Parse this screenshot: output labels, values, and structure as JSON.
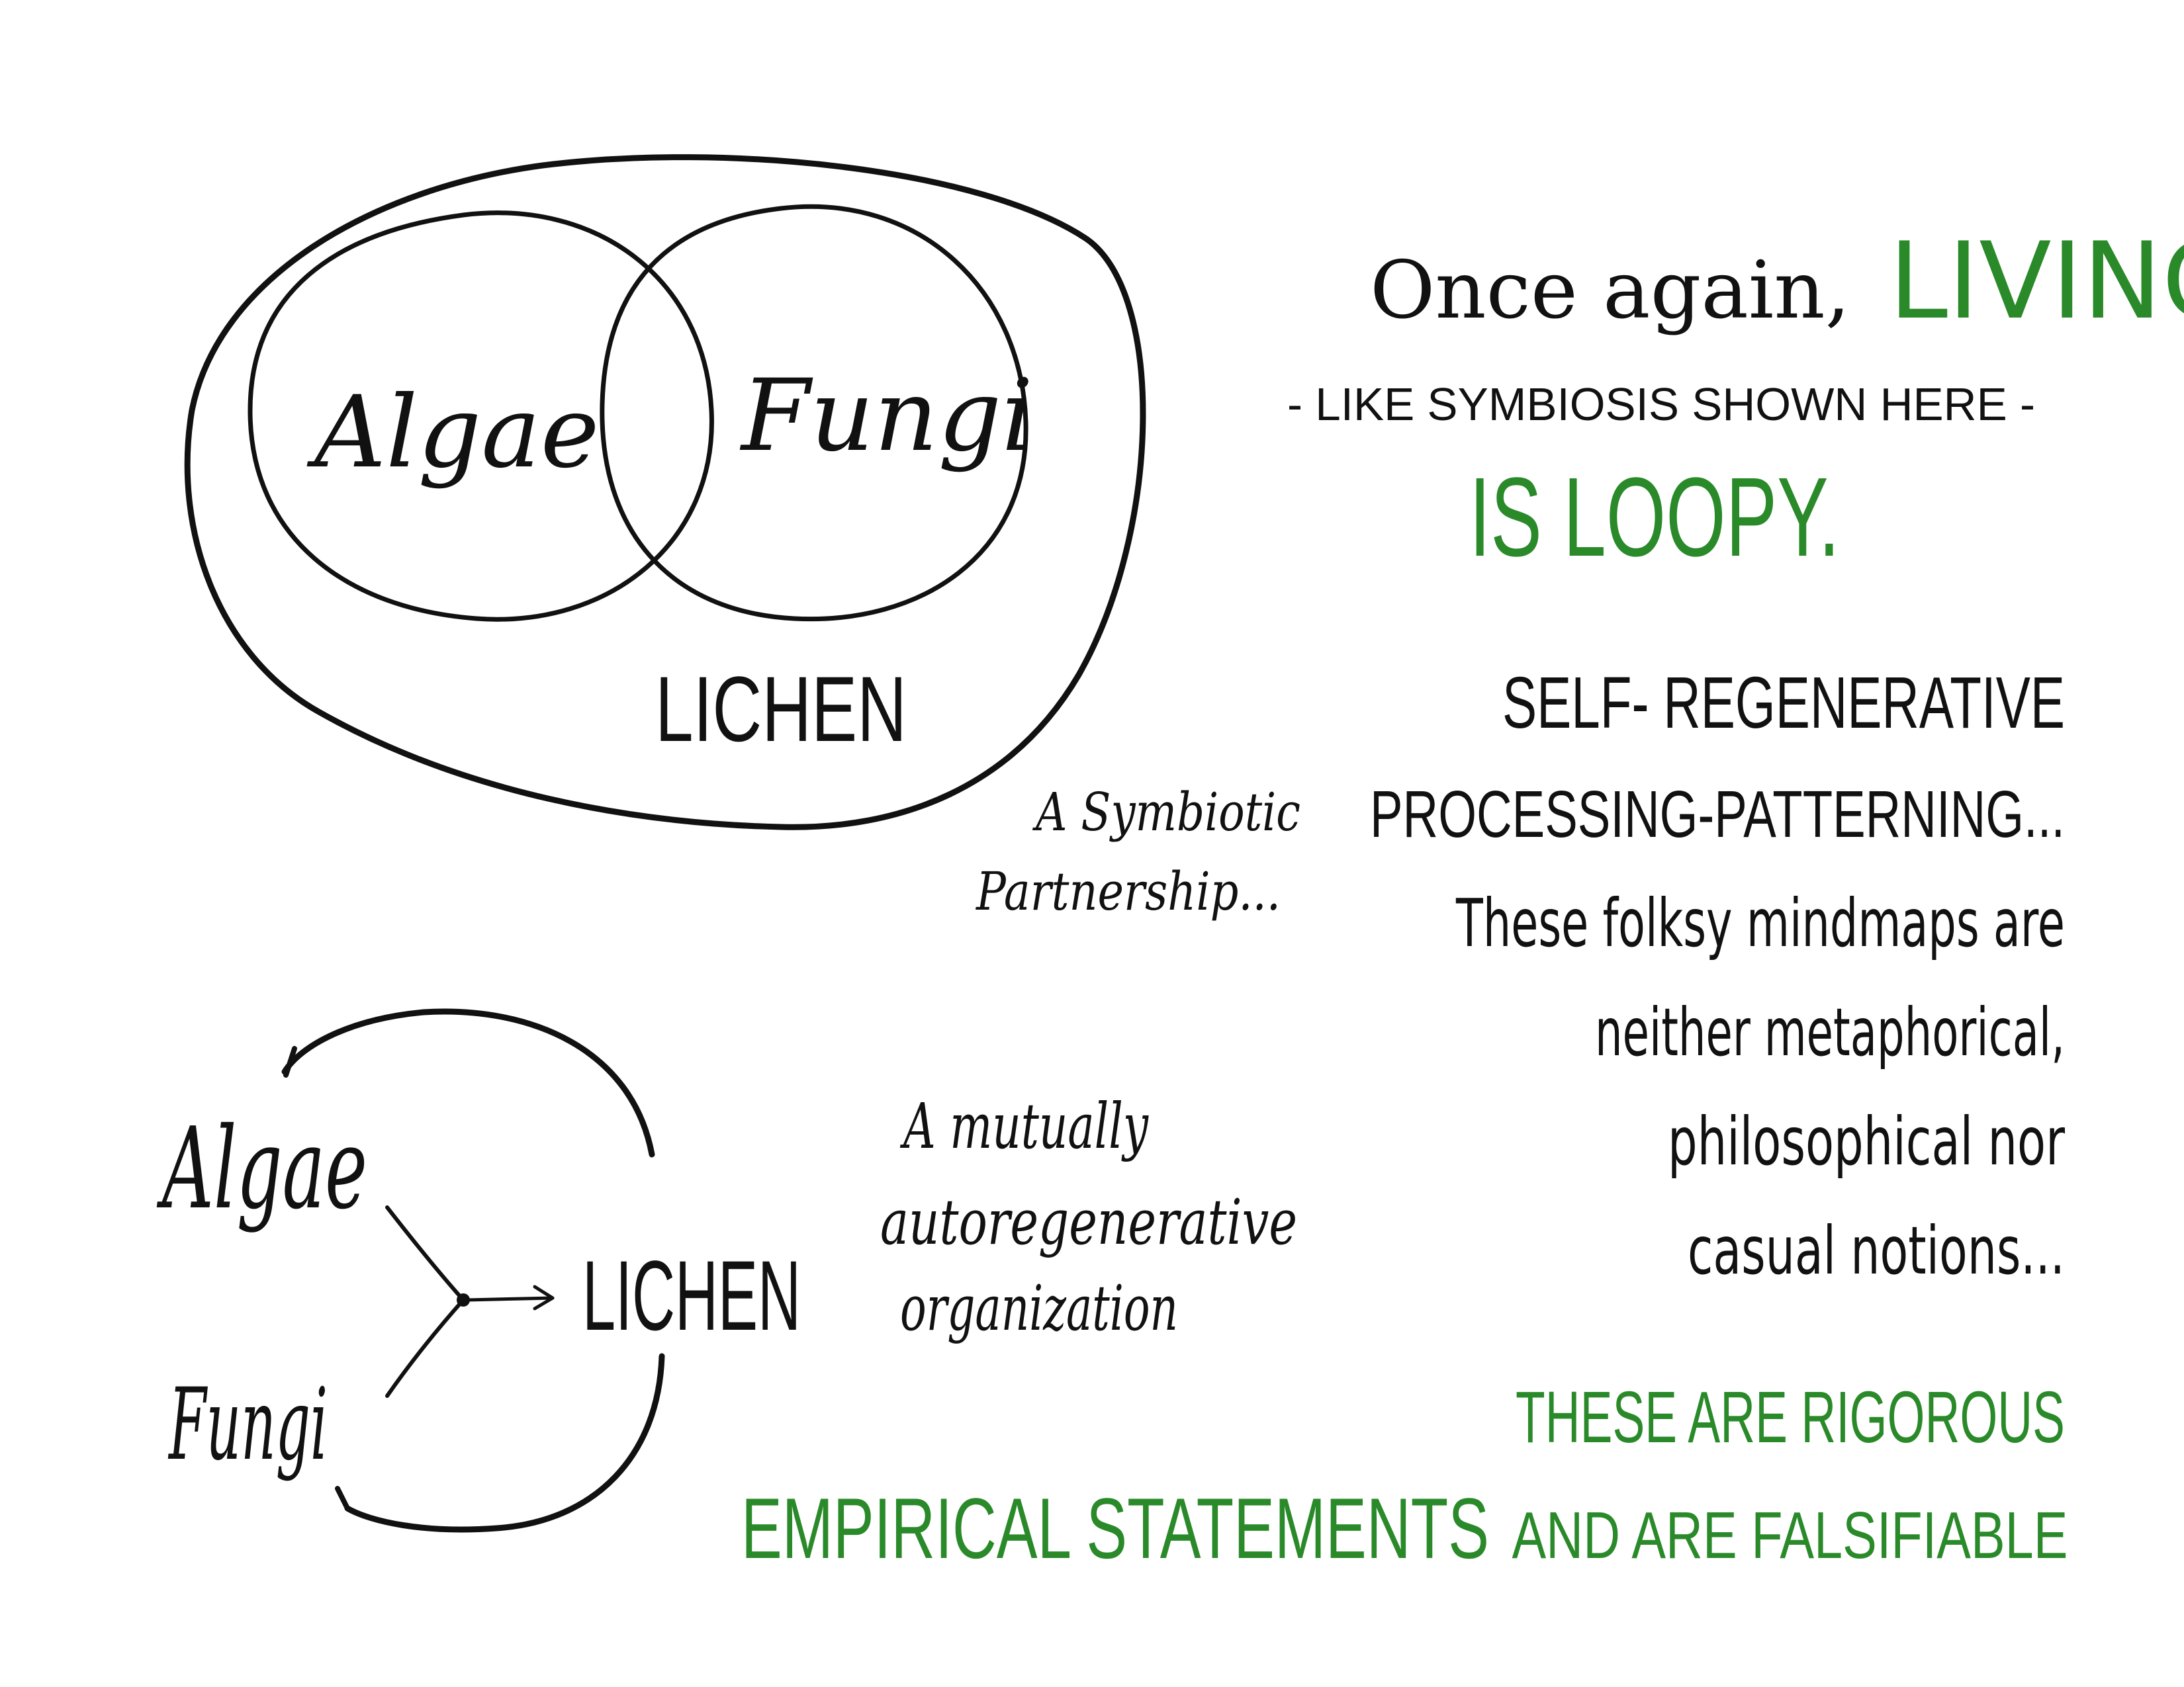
{
  "colors": {
    "ink": "#111111",
    "green": "#2a8a2a",
    "gray_ink": "#555555",
    "background": "#ffffff"
  },
  "venn": {
    "left_label": "Algae",
    "right_label": "Fungi",
    "outer_label": "LICHEN",
    "caption_line1": "A Symbiotic",
    "caption_line2": "Partnership..."
  },
  "cycle": {
    "top_label": "Algae",
    "bottom_label": "Fungi",
    "target_label": "LICHEN",
    "caption_line1": "A mutually",
    "caption_line2": "autoregenerative",
    "caption_line3": "organization"
  },
  "text": {
    "heading_line1_prefix": "Once again,",
    "heading_line1_highlight": "LIVING",
    "heading_line2": "- LIKE SYMBIOSIS SHOWN HERE -",
    "heading_line3": "IS LOOPY.",
    "body_line1": "SELF- REGENERATIVE",
    "body_line2": "PROCESSING-PATTERNING...",
    "body_line3": "These folksy mindmaps are",
    "body_line4": "neither metaphorical,",
    "body_line5": "philosophical nor",
    "body_line6": "casual notions...",
    "closing_line1": "THESE ARE RIGOROUS",
    "closing_line2_highlight": "EMPIRICAL STATEMENTS",
    "closing_line2_rest": "AND ARE FALSIFIABLE"
  }
}
